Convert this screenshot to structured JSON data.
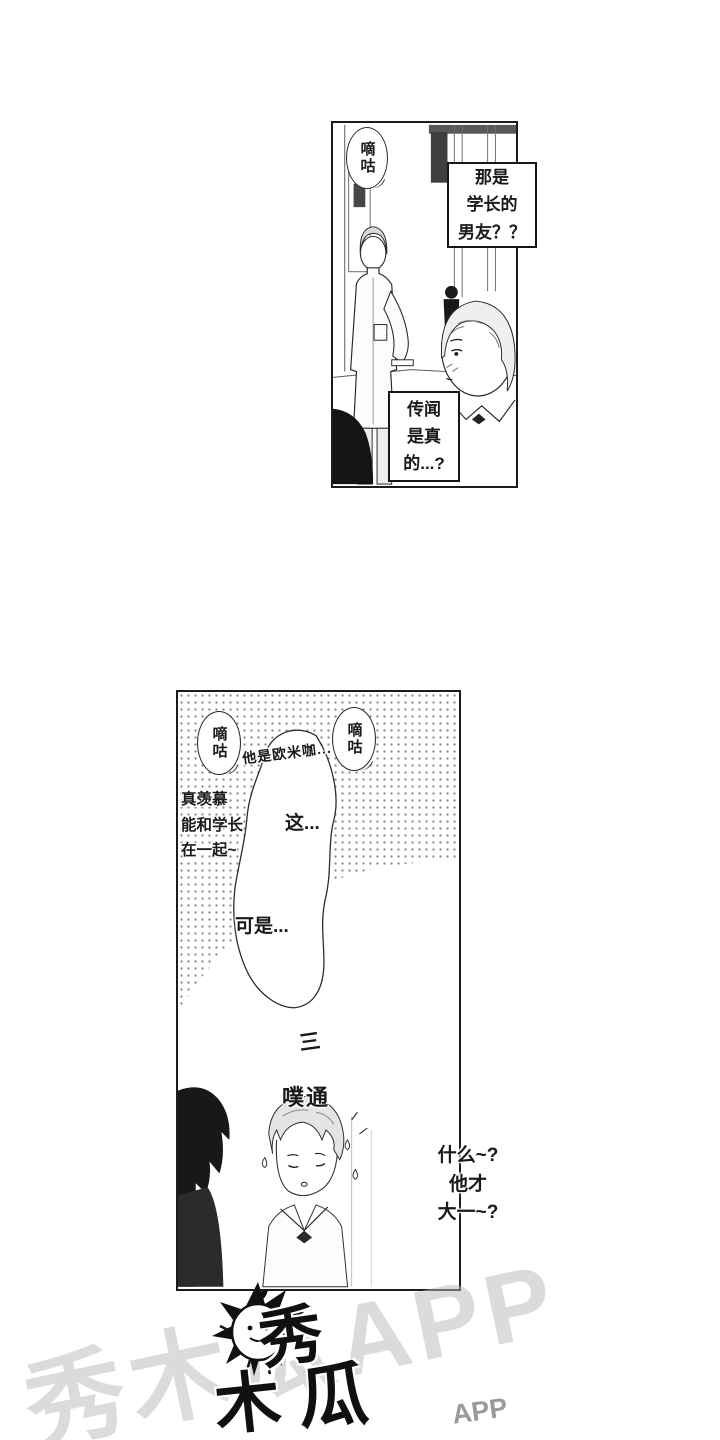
{
  "panel_top": {
    "sfx_murmur": "嘀咕",
    "box_question": "那是\n学长的\n男友？？",
    "box_rumor": "传闻\n是真\n的...?"
  },
  "panel_bottom": {
    "sfx_murmur_left": "嘀咕",
    "sfx_murmur_right": "嘀咕",
    "whisper_omega": "他是欧米咖...",
    "whisper_envy": "真羡慕\n能和学长\n在一起~",
    "speech_this": "这...",
    "speech_but": "可是...",
    "sfx_stroke": "三",
    "sfx_thump": "噗通",
    "speech_what": "什么~?\n他才\n大一~?"
  },
  "watermark": {
    "diagonal_text": "秀木瓜APP",
    "app_label": "APP",
    "logo_char1": "秀",
    "logo_char2": "木",
    "logo_char3": "瓜"
  }
}
